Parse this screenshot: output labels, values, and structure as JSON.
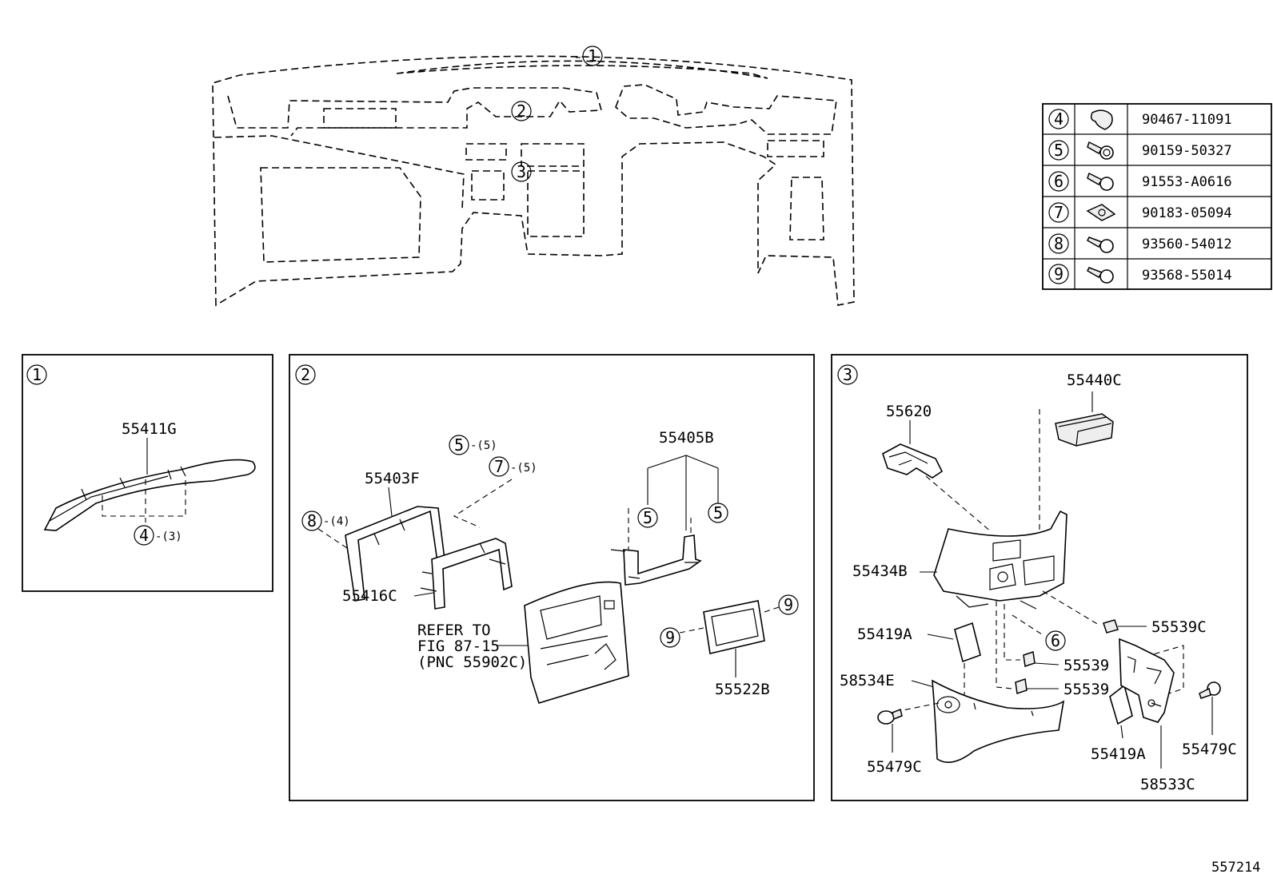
{
  "figure_id": "557214",
  "overview_callouts": [
    "1",
    "2",
    "3"
  ],
  "fastener_table": [
    {
      "key": "4",
      "icon": "clip-icon",
      "part_no": "90467-11091"
    },
    {
      "key": "5",
      "icon": "bolt-washer-icon",
      "part_no": "90159-50327"
    },
    {
      "key": "6",
      "icon": "screw-washer-icon",
      "part_no": "91553-A0616"
    },
    {
      "key": "7",
      "icon": "nut-clip-icon",
      "part_no": "90183-05094"
    },
    {
      "key": "8",
      "icon": "tapping-screw-icon",
      "part_no": "93560-54012"
    },
    {
      "key": "9",
      "icon": "tapping-screw-icon",
      "part_no": "93568-55014"
    }
  ],
  "panel1": {
    "key": "1",
    "parts": [
      "55411G"
    ],
    "callouts": [
      {
        "key": "4",
        "qty": "-(3)"
      }
    ]
  },
  "panel2": {
    "key": "2",
    "parts": [
      "55403F",
      "55416C",
      "55405B",
      "55522B"
    ],
    "refer_lines": [
      "REFER TO",
      "FIG 87-15",
      "(PNC 55902C)"
    ],
    "callouts": [
      {
        "key": "5",
        "qty": "-(5)"
      },
      {
        "key": "7",
        "qty": "-(5)"
      },
      {
        "key": "8",
        "qty": "-(4)"
      },
      {
        "key": "5",
        "qty": ""
      },
      {
        "key": "5",
        "qty": ""
      },
      {
        "key": "9",
        "qty": ""
      },
      {
        "key": "9",
        "qty": ""
      }
    ]
  },
  "panel3": {
    "key": "3",
    "parts": [
      "55440C",
      "55620",
      "55434B",
      "55539C",
      "55419A",
      "55539",
      "55539",
      "58534E",
      "55479C",
      "55419A",
      "55479C",
      "58533C"
    ],
    "callouts": [
      {
        "key": "6",
        "qty": ""
      }
    ]
  }
}
